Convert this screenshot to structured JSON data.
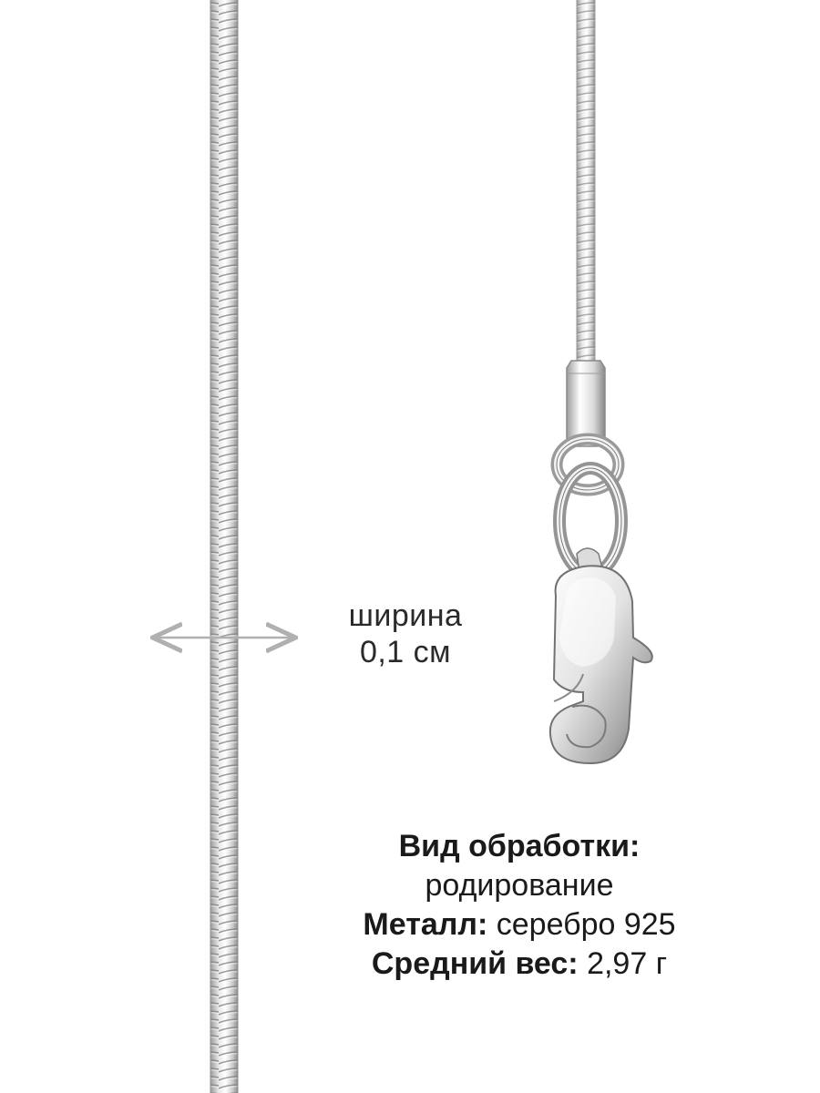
{
  "colors": {
    "background": "#ffffff",
    "text": "#1a1a1a",
    "arrow": "#b0b0b0",
    "metal_light": "#f4f4f4",
    "metal_mid": "#c8c8c8",
    "metal_dark": "#8c8c8c"
  },
  "icons": {
    "width_arrow": "double-headed-arrow",
    "chain": "snake-chain",
    "clasp": "lobster-clasp"
  },
  "width_label": {
    "line1": "ширина",
    "line2": "0,1 см"
  },
  "specs": {
    "finish_key": "Вид обработки:",
    "finish_value": "родирование",
    "metal_key": "Металл:",
    "metal_value": "серебро 925",
    "weight_key": "Средний вес:",
    "weight_value": "2,97 г"
  }
}
